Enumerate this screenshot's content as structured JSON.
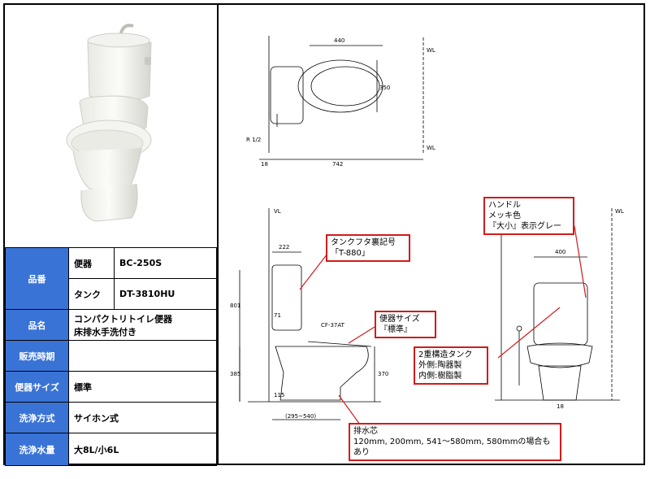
{
  "spec": {
    "hinban_label": "品番",
    "bowl_label": "便器",
    "bowl_value": "BC-250S",
    "tank_label": "タンク",
    "tank_value": "DT-3810HU",
    "name_label": "品名",
    "name_value_1": "コンパクトリトイレ便器",
    "name_value_2": "床排水手洗付き",
    "period_label": "販売時期",
    "period_value": "",
    "size_label": "便器サイズ",
    "size_value": "標準",
    "flush_label": "洗浄方式",
    "flush_value": "サイホン式",
    "water_label": "洗浄水量",
    "water_value": "大8L/小6L"
  },
  "drawing": {
    "top_view": {
      "dim_width": "440",
      "dim_depth": "350",
      "dim_length": "742",
      "dim_offset": "18",
      "pipe_label": "R 1/2",
      "wall_label": "WL"
    },
    "side_view": {
      "wall_label": "VL",
      "dim_tank_depth": "222",
      "dim_height": "801",
      "dim_seat_height": "385",
      "dim_bowl_height": "370",
      "dim_71": "71",
      "dim_drain_range": "(295~540)",
      "dim_115": "115",
      "cover_label": "CF-37AT"
    },
    "front_view": {
      "wall_label": "WL",
      "dim_tank_width": "400",
      "dim_18": "18"
    }
  },
  "callouts": {
    "lid_mark_1": "タンクフタ裏記号",
    "lid_mark_2": "「T-880」",
    "bowl_size_1": "便器サイズ",
    "bowl_size_2": "『標準』",
    "handle_1": "ハンドル",
    "handle_2": "メッキ色",
    "handle_3": "『大小』表示グレー",
    "tank_1": "2重構造タンク",
    "tank_2": "外側:陶器製",
    "tank_3": "内側:樹脂製",
    "drain_1": "排水芯",
    "drain_2": "120mm, 200mm, 541～580mm, 580mmの場合もあり"
  },
  "colors": {
    "header_blue": "#3a73d6",
    "callout_red": "#d21b1b"
  }
}
